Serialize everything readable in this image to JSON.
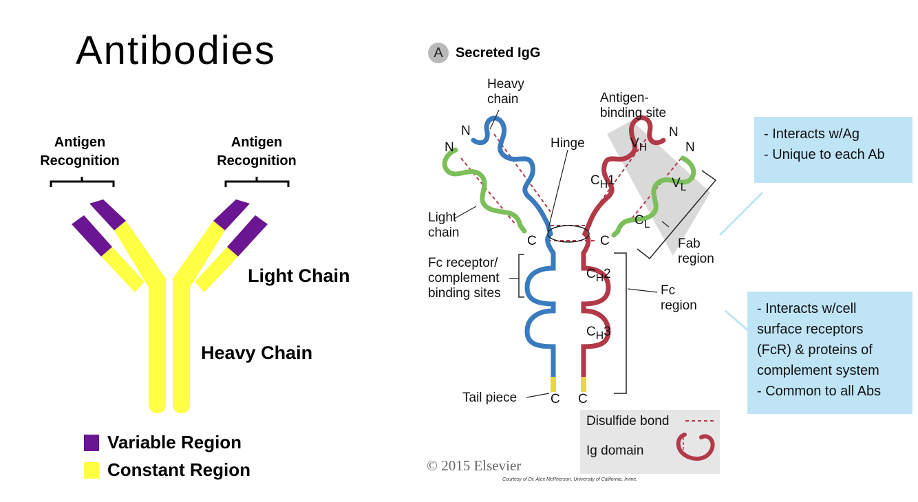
{
  "left": {
    "title": "Antibodies",
    "antigen_label_1_line1": "Antigen",
    "antigen_label_1_line2": "Recognition",
    "antigen_label_2_line1": "Antigen",
    "antigen_label_2_line2": "Recognition",
    "light_chain": "Light Chain",
    "heavy_chain": "Heavy Chain",
    "legend": [
      {
        "label": "Variable Region",
        "color": "#6a1591"
      },
      {
        "label": "Constant Region",
        "color": "#ffff44"
      }
    ]
  },
  "figure": {
    "badge": "A",
    "title": "Secreted IgG",
    "labels": {
      "heavy_chain_1": "Heavy",
      "heavy_chain_2": "chain",
      "antigen_site_1": "Antigen-",
      "antigen_site_2": "binding site",
      "hinge": "Hinge",
      "light_chain_1": "Light",
      "light_chain_2": "chain",
      "fc_receptor_1": "Fc receptor/",
      "fc_receptor_2": "complement",
      "fc_receptor_3": "binding sites",
      "fab_1": "Fab",
      "fab_2": "region",
      "fc_1": "Fc",
      "fc_2": "region",
      "tail_piece": "Tail piece",
      "n": "N",
      "c": "C",
      "vh": "V",
      "vh_sub": "H",
      "vl": "V",
      "vl_sub": "L",
      "ch1": "C",
      "ch1_sub": "H",
      "ch1_num": "1",
      "cl": "C",
      "cl_sub": "L",
      "ch2": "C",
      "ch2_sub": "H",
      "ch2_num": "2",
      "ch3": "C",
      "ch3_sub": "H",
      "ch3_num": "3"
    },
    "legend": {
      "disulfide": "Disulfide bond",
      "ig_domain": "Ig domain"
    },
    "copyright": "© 2015 Elsevier",
    "courtesy": "Courtesy of Dr. Alex McPherson, University of California, Irvine.",
    "colors": {
      "heavy_blue": "#3a7bbf",
      "heavy_red": "#b23a48",
      "light_green": "#7cbf5a",
      "tail": "#e8d83a",
      "disulfide": "#b23a48"
    }
  },
  "callouts": {
    "box1_line1": "- Interacts w/Ag",
    "box1_line2": "- Unique to each Ab",
    "box2_line1": "- Interacts w/cell",
    "box2_line2": "surface receptors",
    "box2_line3": "(FcR) & proteins of",
    "box2_line4": "complement system",
    "box2_line5": "- Common to all Abs"
  }
}
